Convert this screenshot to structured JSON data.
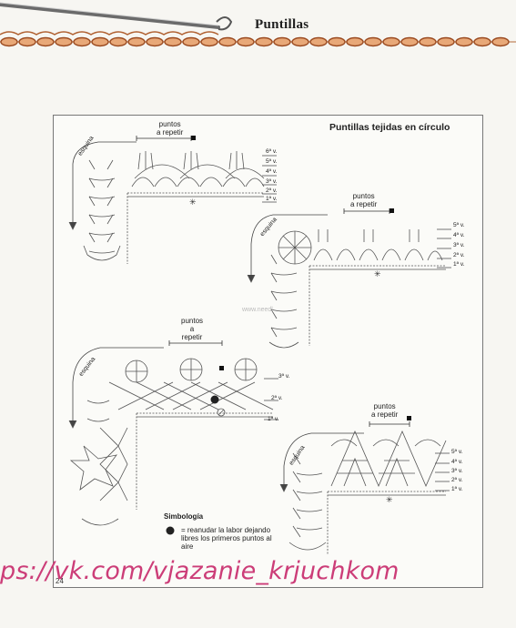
{
  "header": {
    "title": "Puntillas"
  },
  "panel": {
    "title": "Puntillas tejidas en círculo"
  },
  "diagrams": [
    {
      "corner": "esquina",
      "repeat_lines": [
        "puntos",
        "a repetir"
      ],
      "rows": [
        "6ª v.",
        "5ª v.",
        "4ª v.",
        "3ª v.",
        "2ª v.",
        "1ª v."
      ]
    },
    {
      "corner": "esquina",
      "repeat_lines": [
        "puntos",
        "a repetir"
      ],
      "rows": [
        "5ª v.",
        "4ª v.",
        "3ª v.",
        "2ª v.",
        "1ª v."
      ]
    },
    {
      "corner": "esquina",
      "repeat_lines": [
        "puntos",
        "a",
        "repetir"
      ],
      "rows": [
        "3ª v.",
        "2ª v.",
        "1ª v."
      ]
    },
    {
      "corner": "esquina",
      "repeat_lines": [
        "puntos",
        "a repetir"
      ],
      "rows": [
        "5ª v.",
        "4ª v.",
        "3ª v.",
        "2ª v.",
        "1ª v."
      ]
    }
  ],
  "legend": {
    "title": "Simbología",
    "text": "= reanudar la labor dejando libres los primeros puntos al aire"
  },
  "watermark": "ps://vk.com/vjazanie_krjuchkom",
  "page_number": "24",
  "faint_watermark": "www.needl"
}
